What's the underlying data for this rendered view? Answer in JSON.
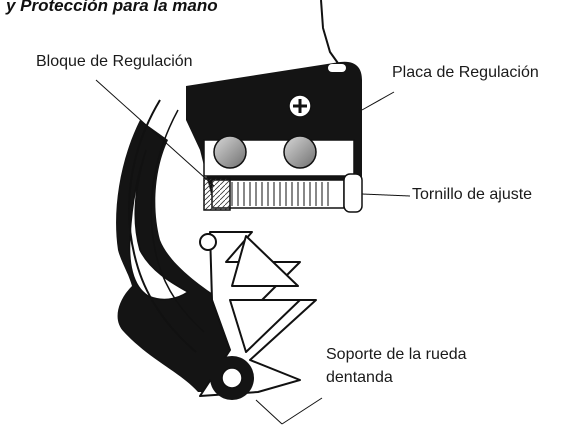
{
  "diagram": {
    "title": "y Protección para la mano",
    "labels": {
      "bloque": "Bloque de Regulación",
      "placa": "Placa de Regulación",
      "tornillo": "Tornillo de ajuste",
      "soporte_line1": "Soporte de la rueda",
      "soporte_line2": "dentanda"
    },
    "colors": {
      "line": "#111111",
      "plate": "#111111",
      "knob": "#8a8a8a",
      "background": "#ffffff"
    }
  }
}
